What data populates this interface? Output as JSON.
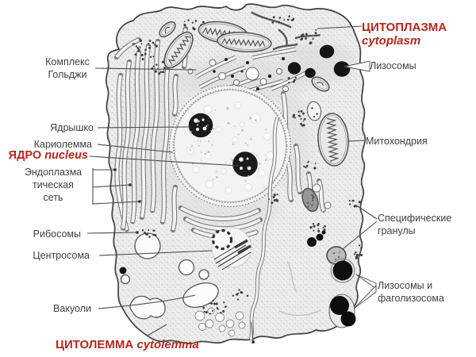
{
  "figure": {
    "description": "Ultrastructure of an animal cell (electron-microscopy style diagram)"
  },
  "colors": {
    "accent_red": "#b5271c",
    "label_text": "#3e3e3e",
    "leader_line": "#4a4a4a",
    "cell_fill": "#ededed",
    "membrane": "#3f3f3f",
    "organelle_dark": "#141414"
  },
  "labels": {
    "cytoplasm": {
      "ru": "ЦИТОПЛАЗМА",
      "en": "cytoplasm"
    },
    "lysosomes": "Лизосомы",
    "mitochondrion": "Митохондрия",
    "specific_granules": {
      "line1": "Специфические",
      "line2": "гранулы"
    },
    "lysosomes_phagolysosome": {
      "line1": "Лизосомы и",
      "line2": "фаголизосома"
    },
    "golgi": {
      "line1": "Комплекс",
      "line2": "Гольджи"
    },
    "nucleolus": "Ядрышко",
    "karyolemma": "Кариолемма",
    "nucleus": {
      "ru": "ЯДРО",
      "en": "nucleus"
    },
    "endoplasmic_reticulum": {
      "line1": "Эндоплазма",
      "line2": "тическая",
      "line3": "сеть"
    },
    "ribosomes": "Рибосомы",
    "centrosome": "Центросома",
    "vacuoles": "Вакуоли",
    "cytolemma": {
      "ru": "ЦИТОЛЕММА",
      "en": "cytolemma"
    }
  }
}
